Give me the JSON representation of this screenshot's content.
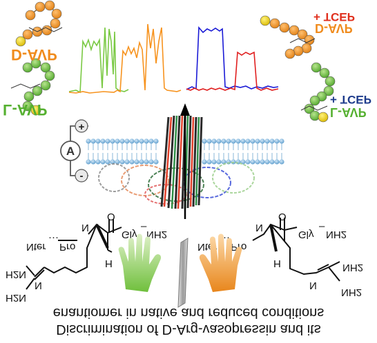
{
  "labels": {
    "d_avp_left": "D-AVP",
    "l_avp_left": "L-AVP",
    "d_avp_right": "D-AVP",
    "tcep_top": "+ TCEP",
    "l_avp_right": "L-AVP",
    "tcep_bottom": "+ TCEP",
    "ammeter": "A",
    "plus": "+",
    "minus": "-"
  },
  "chem": {
    "nter_left": "Nter",
    "pro_left": "Pro",
    "gly_left": "Gly",
    "nh2_left": "NH2",
    "n_left": "N",
    "h_left": "H",
    "o_left": "O",
    "h2n_top": "H2N",
    "h2n_bottom": "H2N",
    "n_guan_left": "N",
    "nter_right": "Nter",
    "pro_right": "Pro",
    "gly_right": "Gly",
    "nh2_right": "NH2",
    "n_right": "N",
    "h_right": "H",
    "o_right": "O",
    "nh2_top_right": "NH2",
    "nh2_bottom_right": "NH2",
    "n_guan_right": "N"
  },
  "caption": {
    "line1": "Discrimination of D-Arg-vasopressin and its",
    "line2": "enantiomer in native and reduced conditions"
  },
  "colors": {
    "d_avp": "#f08c1e",
    "l_avp": "#55b030",
    "tcep_d": "#e0301e",
    "tcep_l": "#1e3c8c",
    "green_trace": "#7ac943",
    "orange_trace": "#f7931e",
    "blue_trace": "#1a1ad6",
    "red_trace": "#e01e1e"
  }
}
